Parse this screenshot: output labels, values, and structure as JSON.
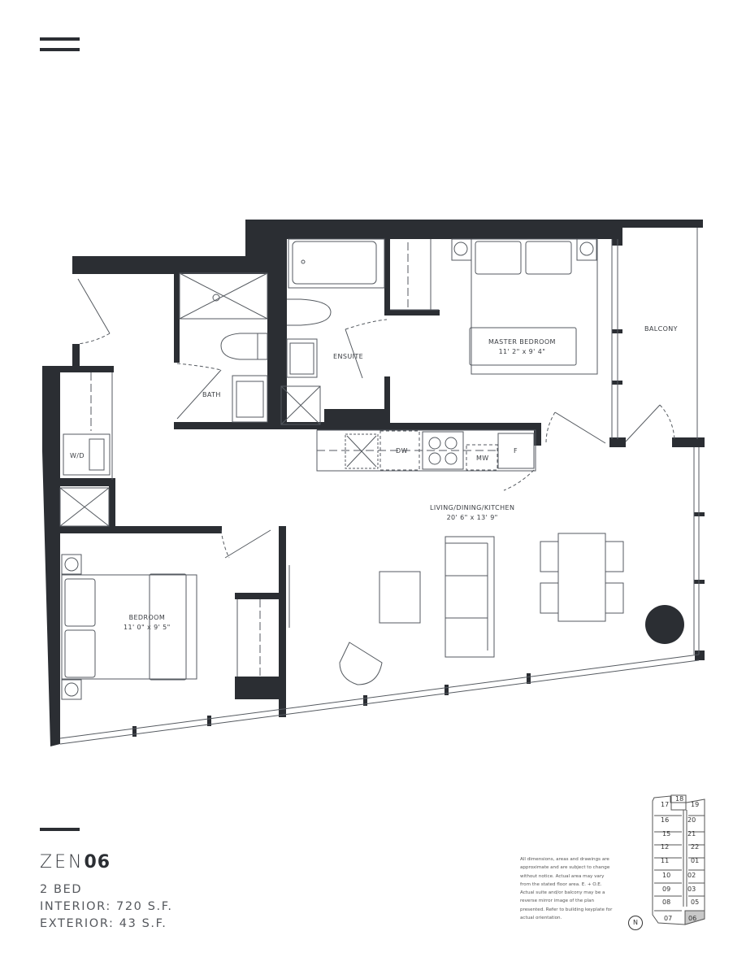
{
  "header": {
    "menu_icon": "hamburger-menu-icon"
  },
  "rooms": {
    "master_bedroom": {
      "name": "MASTER BEDROOM",
      "dims": "11' 2\" x 9' 4\""
    },
    "balcony": {
      "name": "BALCONY"
    },
    "ensuite": {
      "name": "ENSUITE"
    },
    "bath": {
      "name": "BATH"
    },
    "wd": {
      "name": "W/D"
    },
    "living": {
      "name": "LIVING/DINING/KITCHEN",
      "dims": "20' 6\" x 13' 9\""
    },
    "bedroom": {
      "name": "BEDROOM",
      "dims": "11' 0\" x 9' 5\""
    }
  },
  "appliances": {
    "dw": "DW",
    "mw": "MW",
    "f": "F"
  },
  "suite": {
    "prefix": "ZEN",
    "number": "06",
    "beds": "2 BED",
    "interior": "INTERIOR: 720 S.F.",
    "exterior": "EXTERIOR: 43 S.F."
  },
  "disclaimer": "All dimensions, areas and drawings are approximate and are subject to change without notice. Actual area may vary from the stated floor area. E. + O.E. Actual suite and/or balcony may be a reverse mirror image of the plan presented. Refer to building keyplate for actual orientation.",
  "keyplate": {
    "north_label": "N",
    "highlight_color": "#c8c8c8",
    "units": [
      "17",
      "18",
      "19",
      "16",
      "20",
      "15",
      "21",
      "12",
      "22",
      "11",
      "01",
      "10",
      "02",
      "09",
      "03",
      "08",
      "05",
      "07",
      "06"
    ],
    "selected": "06"
  },
  "colors": {
    "wall": "#2b2e33",
    "line": "#555a60"
  }
}
